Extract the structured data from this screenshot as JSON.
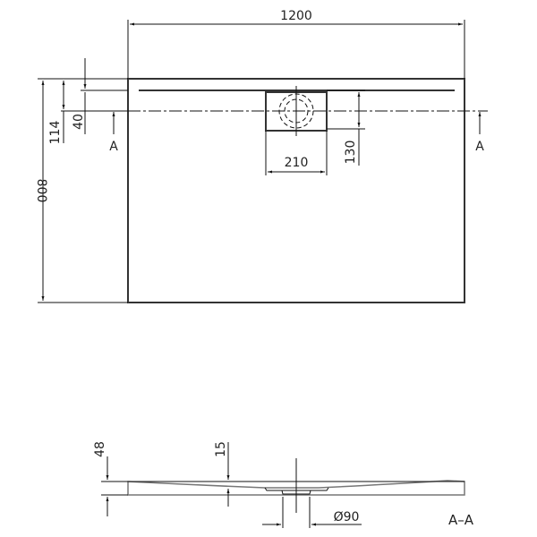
{
  "drawing": {
    "plan_view": {
      "width_dim": "1200",
      "height_dim": "800",
      "dim_114": "114",
      "dim_40": "40",
      "drain_width": "210",
      "drain_offset": "130",
      "section_marker_left": "A",
      "section_marker_right": "A"
    },
    "section_view": {
      "height_dim": "48",
      "depth_dim": "15",
      "drain_diameter": "Ø90",
      "label": "A–A"
    }
  }
}
